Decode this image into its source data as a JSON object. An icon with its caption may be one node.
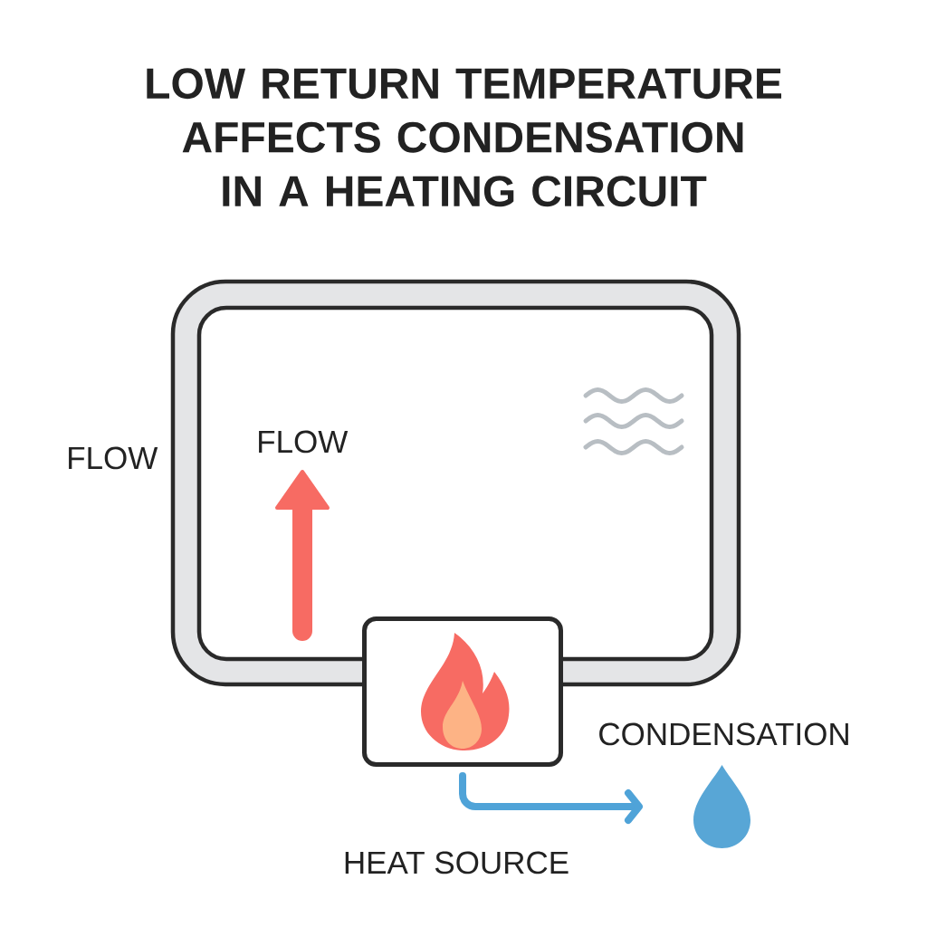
{
  "diagram": {
    "title": "LOW RETURN TEMPERATURE AFFECTS CONDENSATION IN A HEATING CIRCUIT",
    "nodes": [
      {
        "text": [],
        "shape": "box",
        "beside": [
          "HEAT SOURCE"
        ]
      },
      {
        "text": [],
        "shape": "drop",
        "beside": [
          "CONDENSATION"
        ]
      }
    ],
    "edges": [
      {
        "from": 0,
        "to": 1,
        "arrow": "to"
      }
    ],
    "labels": [
      "FLOW",
      "FLOW"
    ]
  }
}
